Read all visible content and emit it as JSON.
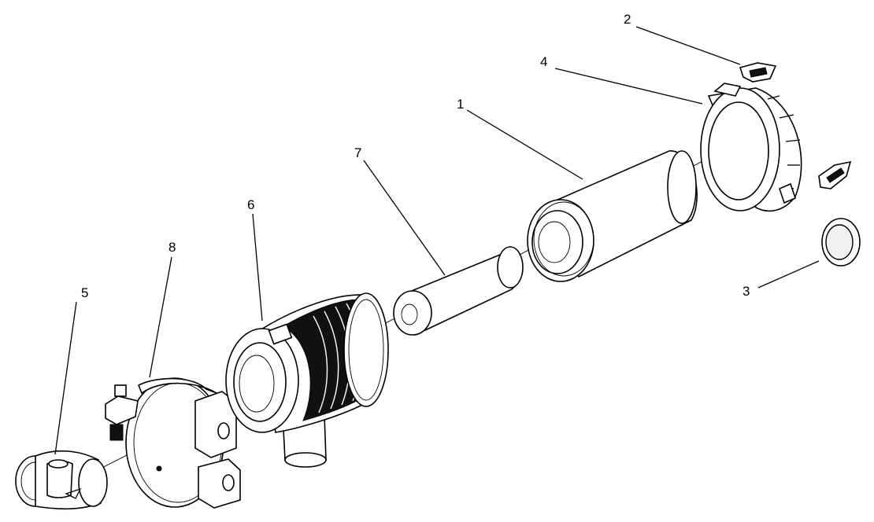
{
  "diagram": {
    "type": "exploded-assembly",
    "callouts": [
      {
        "id": "1",
        "label": "1"
      },
      {
        "id": "2",
        "label": "2"
      },
      {
        "id": "3",
        "label": "3"
      },
      {
        "id": "4",
        "label": "4"
      },
      {
        "id": "5",
        "label": "5"
      },
      {
        "id": "6",
        "label": "6"
      },
      {
        "id": "7",
        "label": "7"
      },
      {
        "id": "8",
        "label": "8"
      }
    ]
  }
}
